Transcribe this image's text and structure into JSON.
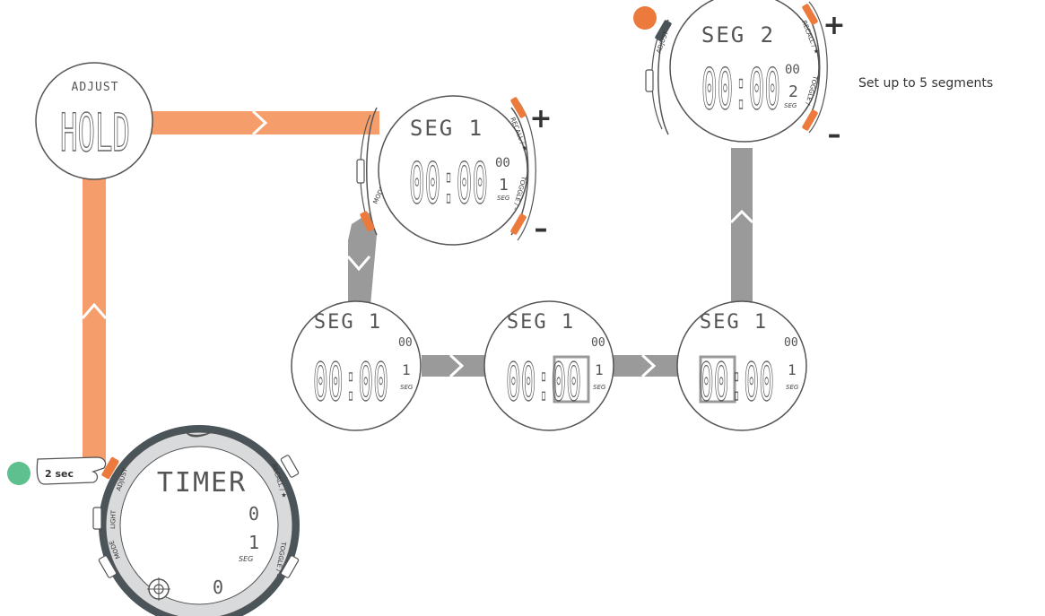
{
  "colors": {
    "orange_flow": "#f59e6c",
    "gray_flow": "#9a9a9a",
    "button_orange": "#ec7a3c",
    "green_dot": "#5ebf8f",
    "watch_outline": "#555555",
    "bezel_dark": "#4a5459"
  },
  "hold_screen": {
    "top": "ADJUST",
    "main": "HOLD"
  },
  "seg1_watch": {
    "label": "SEG 1",
    "digits": "00:00",
    "small_digits": "00",
    "seg_num": "1",
    "seg_word": "SEG",
    "btn_top": "RECALL / ★",
    "btn_bottom": "TOGGLE / –",
    "btn_left": "MODE",
    "plus": "+",
    "minus": "–"
  },
  "seg2_watch": {
    "label": "SEG 2",
    "digits": "00:00",
    "small_digits": "00",
    "seg_num": "2",
    "seg_word": "SEG",
    "btn_top": "RECALL / ★",
    "btn_bottom": "TOGGLE / –",
    "btn_left": "ADJUST",
    "plus": "+",
    "minus": "–"
  },
  "row_screens": [
    {
      "label": "SEG 1",
      "digits": "00:00",
      "small_digits": "00",
      "seg_num": "1",
      "seg_word": "SEG",
      "highlight": "none"
    },
    {
      "label": "SEG 1",
      "digits": "00:00",
      "small_digits": "00",
      "seg_num": "1",
      "seg_word": "SEG",
      "highlight": "seconds"
    },
    {
      "label": "SEG 1",
      "digits": "00:00",
      "small_digits": "00",
      "seg_num": "1",
      "seg_word": "SEG",
      "highlight": "minutes"
    }
  ],
  "timer_watch": {
    "title": "TIMER",
    "top_right_digit": "0",
    "seg_num": "1",
    "seg_word": "SEG",
    "bottom_digit": "0",
    "btn_adjust": "ADJUST",
    "btn_light": "LIGHT",
    "btn_mode": "MODE",
    "btn_recall": "RECALL / ★",
    "btn_toggle": "TOGGLE / –"
  },
  "hold_badge": "2 sec",
  "note": "Set up to 5 segments",
  "icons": [
    "hand-press-icon",
    "nike-swoosh-icon",
    "crosshair-icon",
    "chevron-icon"
  ]
}
